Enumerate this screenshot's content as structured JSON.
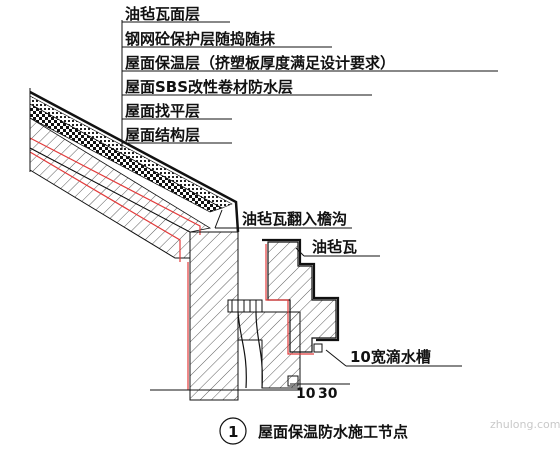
{
  "layers": [
    "油毡瓦面层",
    "钢网砼保护层随捣随抹",
    "屋面保温层（挤塑板厚度满足设计要求）",
    "屋面SBS改性卷材防水层",
    "屋面找平层",
    "屋面结构层"
  ],
  "callouts": {
    "gutter_turn_in": "油毡瓦翻入檐沟",
    "shingle": "油毡瓦",
    "drip_groove": "10宽滴水槽"
  },
  "dimensions": [
    "10",
    "30"
  ],
  "detail": {
    "number": "1",
    "title": "屋面保温防水施工节点"
  },
  "watermark": "zhulong.com",
  "colors": {
    "line": "#111111",
    "membrane": "#e23b3b",
    "background": "#ffffff"
  }
}
